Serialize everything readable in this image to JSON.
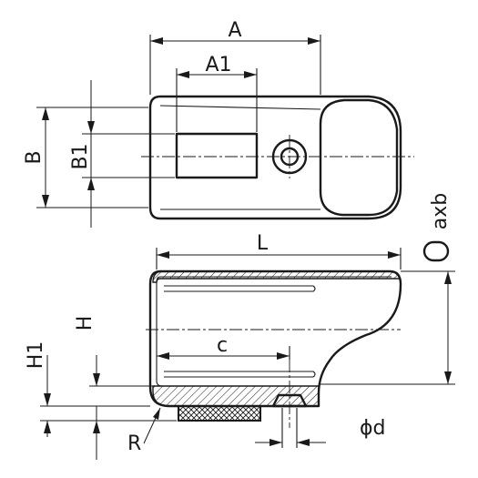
{
  "drawing": {
    "labels": {
      "A": "A",
      "A1": "A1",
      "B": "B",
      "B1": "B1",
      "L": "L",
      "axb": "axb",
      "H": "H",
      "H1": "H1",
      "c": "c",
      "R": "R",
      "d": "ϕd"
    }
  }
}
